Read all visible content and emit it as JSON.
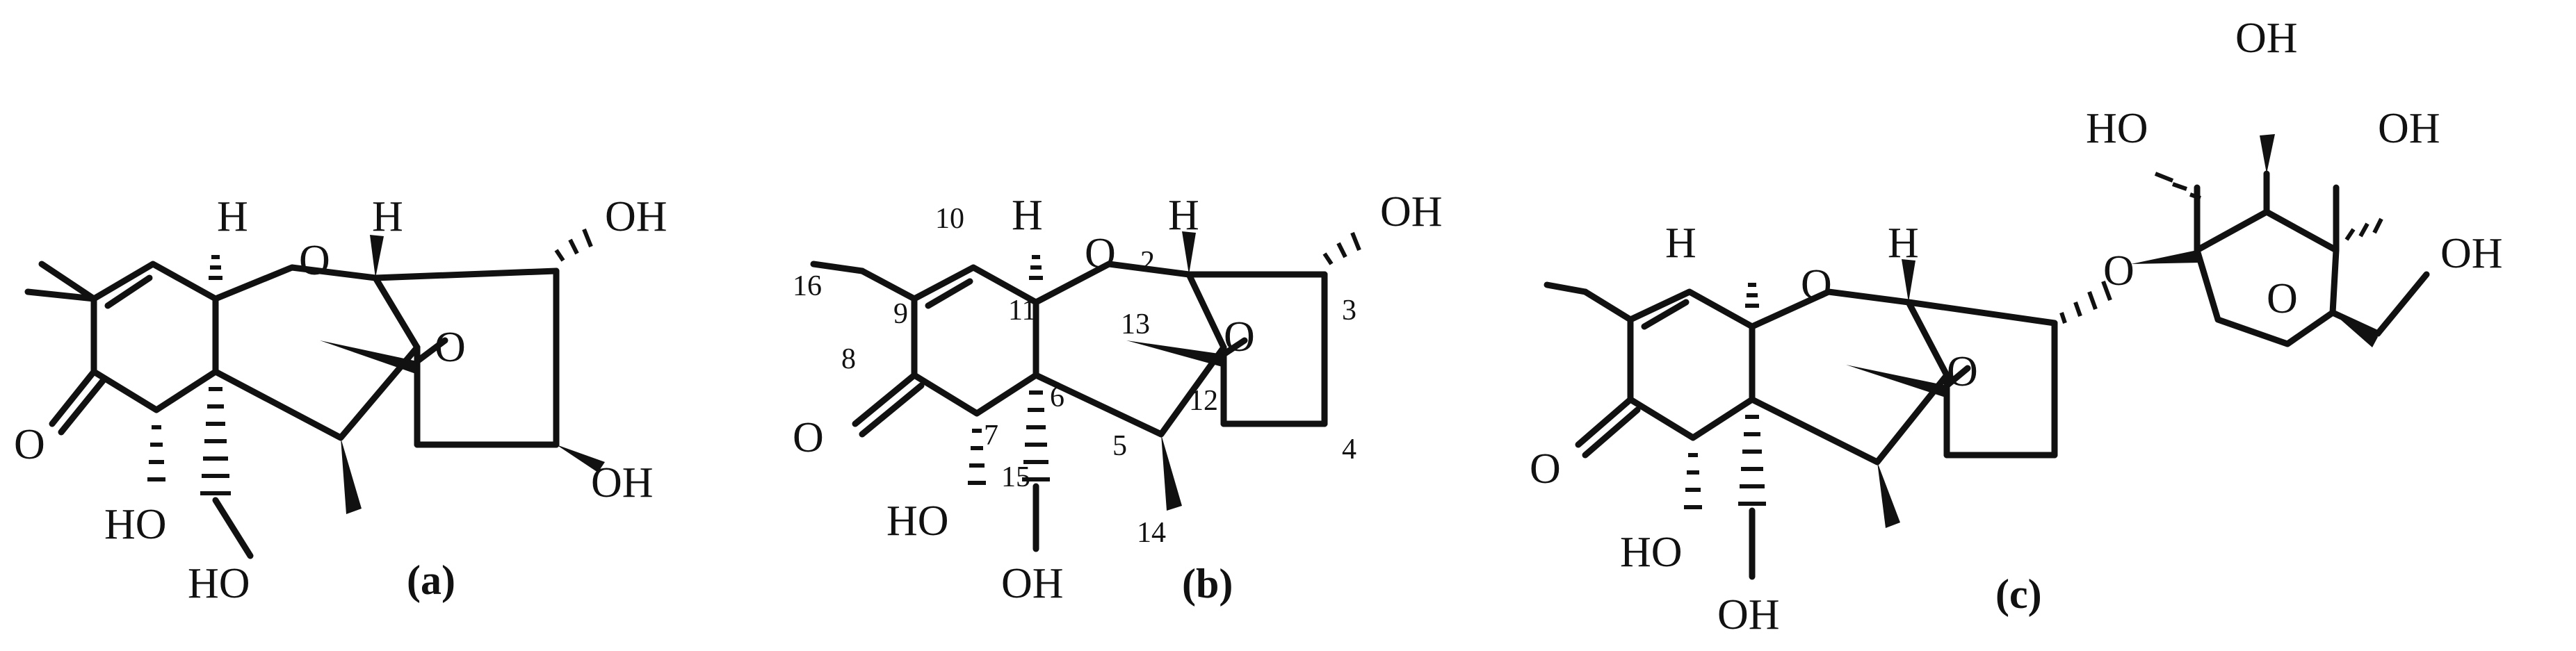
{
  "panels": [
    {
      "caption": "(a)",
      "atoms": {
        "h11": "H",
        "o1": "O",
        "h2": "H",
        "oh3": "OH",
        "o_epox": "O",
        "o8": "O",
        "ho7": "HO",
        "ho15": "HO",
        "oh4": "OH"
      }
    },
    {
      "caption": "(b)",
      "atoms": {
        "h11": "H",
        "o1": "O",
        "h2": "H",
        "oh3": "OH",
        "o_epox": "O",
        "o8": "O",
        "ho7": "HO",
        "oh15": "OH"
      },
      "numbers": {
        "n10": "10",
        "n16": "16",
        "n9": "9",
        "n8": "8",
        "n11": "11",
        "n2": "2",
        "n3": "3",
        "n13": "13",
        "n12": "12",
        "n6": "6",
        "n7": "7",
        "n5": "5",
        "n15": "15",
        "n4": "4",
        "n14": "14"
      }
    },
    {
      "caption": "(c)",
      "atoms": {
        "h11": "H",
        "o1": "O",
        "h2": "H",
        "o_epox": "O",
        "o8": "O",
        "ho7": "HO",
        "oh15": "OH",
        "o_gly": "O",
        "o_ring": "O",
        "oh_g2": "HO",
        "oh_g3": "OH",
        "oh_g4": "OH",
        "oh_g6": "OH"
      }
    }
  ]
}
